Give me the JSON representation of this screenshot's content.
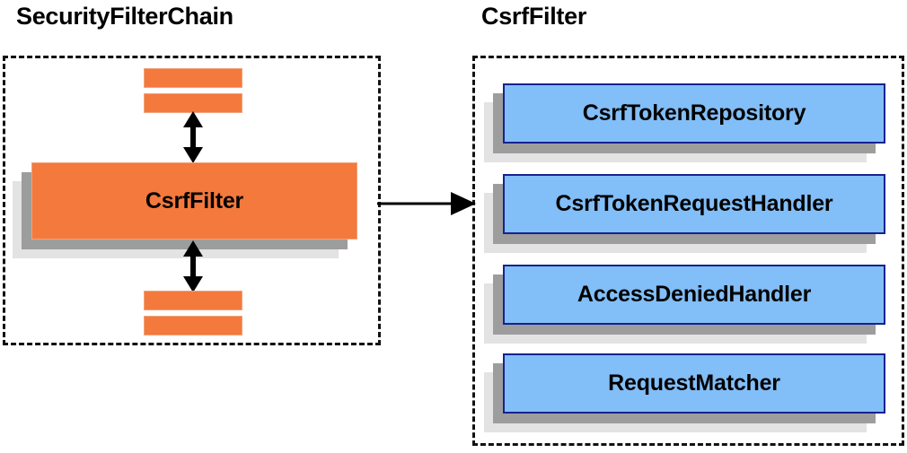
{
  "diagram": {
    "type": "component-collaboration-diagram",
    "background_color": "#ffffff",
    "panels": [
      {
        "id": "security-filter-chain",
        "title": "SecurityFilterChain",
        "accent_color": "#f4793c",
        "border_style": "dashed",
        "border_color": "#111111",
        "filler_bars_above": 2,
        "filler_bars_below": 2,
        "highlighted_component": {
          "label": "CsrfFilter",
          "fill_color": "#f4793c",
          "shadow_colors": [
            "#9d9d9d",
            "#e3e3e3"
          ]
        }
      },
      {
        "id": "csrf-filter",
        "title": "CsrfFilter",
        "accent_color": "#82bef7",
        "border_style": "dashed",
        "border_color": "#111111",
        "components": [
          {
            "label": "CsrfTokenRepository",
            "fill_color": "#82bef7",
            "border_color": "#16228f"
          },
          {
            "label": "CsrfTokenRequestHandler",
            "fill_color": "#82bef7",
            "border_color": "#16228f"
          },
          {
            "label": "AccessDeniedHandler",
            "fill_color": "#82bef7",
            "border_color": "#16228f"
          },
          {
            "label": "RequestMatcher",
            "fill_color": "#82bef7",
            "border_color": "#16228f"
          }
        ]
      }
    ],
    "connectors": [
      {
        "id": "chain-link-above",
        "style": "double-headed-vertical",
        "color": "#000000"
      },
      {
        "id": "chain-link-below",
        "style": "double-headed-vertical",
        "color": "#000000"
      },
      {
        "id": "expansion-arrow",
        "style": "single-headed-horizontal",
        "color": "#000000",
        "from": "CsrfFilter (in chain)",
        "to": "CsrfFilter (detail panel)"
      }
    ]
  }
}
